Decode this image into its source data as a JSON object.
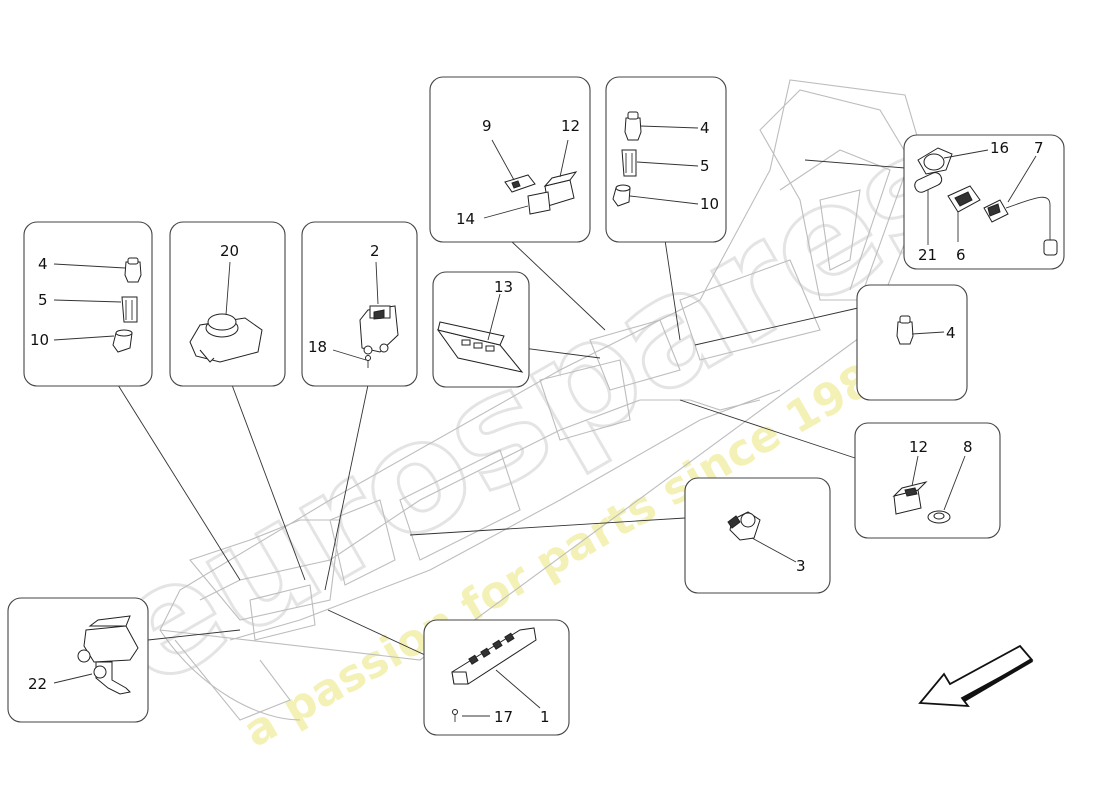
{
  "diagram": {
    "watermark": {
      "brand": "eurospares",
      "tagline": "a passion for parts since 1984"
    },
    "boxes": [
      {
        "id": "box-a",
        "callouts": [
          "4",
          "5",
          "10"
        ]
      },
      {
        "id": "box-b",
        "callouts": [
          "20"
        ]
      },
      {
        "id": "box-c",
        "callouts": [
          "2",
          "18"
        ]
      },
      {
        "id": "box-d",
        "callouts": [
          "9",
          "12",
          "14"
        ]
      },
      {
        "id": "box-e",
        "callouts": [
          "4",
          "5",
          "10"
        ]
      },
      {
        "id": "box-f",
        "callouts": [
          "13"
        ]
      },
      {
        "id": "box-g",
        "callouts": [
          "16",
          "7",
          "21",
          "6"
        ]
      },
      {
        "id": "box-h",
        "callouts": [
          "4"
        ]
      },
      {
        "id": "box-i",
        "callouts": [
          "12",
          "8"
        ]
      },
      {
        "id": "box-j",
        "callouts": [
          "3"
        ]
      },
      {
        "id": "box-k",
        "callouts": [
          "22"
        ]
      },
      {
        "id": "box-l",
        "callouts": [
          "1",
          "17"
        ]
      }
    ]
  }
}
